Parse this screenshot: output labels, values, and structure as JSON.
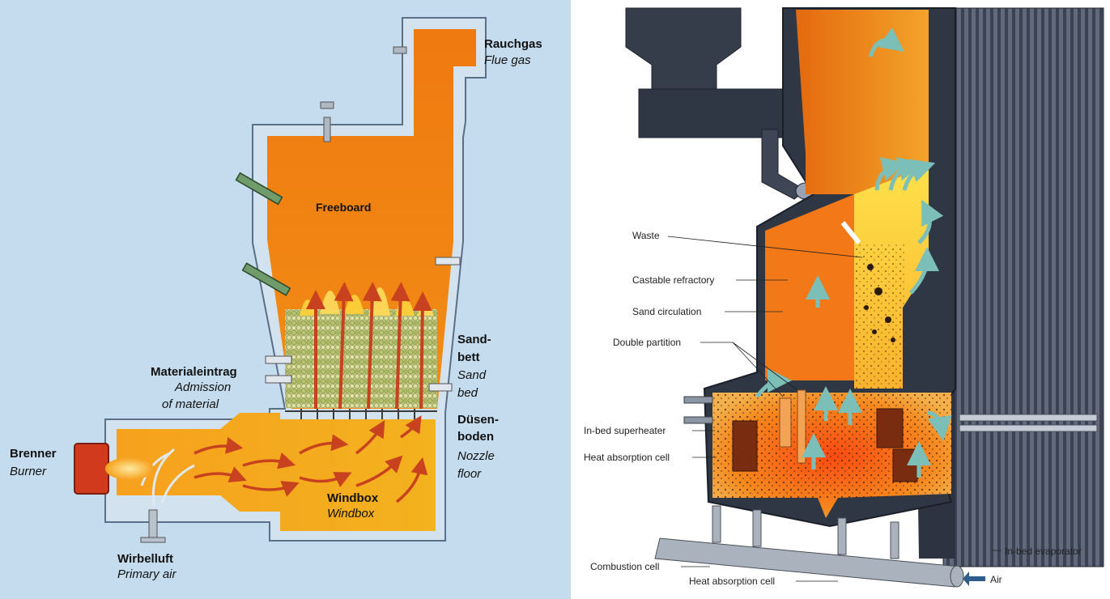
{
  "left_diagram": {
    "flue_gas": {
      "de": "Rauchgas",
      "en": "Flue gas"
    },
    "freeboard": "Freeboard",
    "admission": {
      "de": "Materialeintrag",
      "en_line1": "Admission",
      "en_line2": "of material"
    },
    "sand_bed": {
      "de_line1": "Sand-",
      "de_line2": "bett",
      "en_line1": "Sand",
      "en_line2": "bed"
    },
    "nozzle_floor": {
      "de_line1": "Düsen-",
      "de_line2": "boden",
      "en_line1": "Nozzle",
      "en_line2": "floor"
    },
    "burner": {
      "de": "Brenner",
      "en": "Burner"
    },
    "windbox": {
      "de": "Windbox",
      "en": "Windbox"
    },
    "primary_air": {
      "de": "Wirbelluft",
      "en": "Primary air"
    }
  },
  "right_diagram": {
    "labels": {
      "waste": "Waste",
      "castable_refractory": "Castable refractory",
      "sand_circulation": "Sand circulation",
      "double_partition": "Double partition",
      "in_bed_superheater": "In-bed superheater",
      "heat_absorption_cell_upper": "Heat absorption cell",
      "combustion_cell": "Combustion cell",
      "heat_absorption_cell_lower": "Heat absorption cell",
      "in_bed_evaporator": "In-bed evaporator",
      "air": "Air"
    }
  },
  "colors": {
    "left_background": "#c4dced",
    "wall": "#d3e2ef",
    "hot_orange": "#f07a10",
    "flame_yellow": "#ffcf3a",
    "sand_green": "#b9c77a",
    "arrow_red": "#c8421f",
    "dark_steel": "#2f3644",
    "air_arrow_teal": "#7bbfb8"
  }
}
